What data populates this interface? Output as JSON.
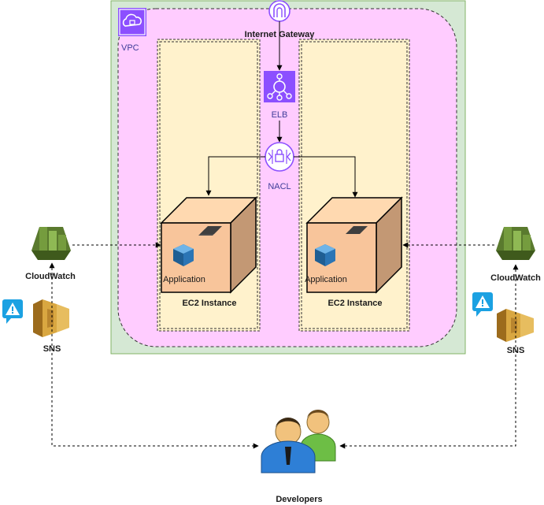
{
  "vpc": {
    "label": "VPC"
  },
  "internet_gateway": {
    "label": "Internet Gateway"
  },
  "elb": {
    "label": "ELB"
  },
  "nacl": {
    "label": "NACL"
  },
  "instances": [
    {
      "app_label": "Application",
      "title": "EC2 Instance"
    },
    {
      "app_label": "Application",
      "title": "EC2 Instance"
    }
  ],
  "monitoring_left": {
    "cloudwatch": "CloudWatch",
    "sns": "SNS"
  },
  "monitoring_right": {
    "cloudwatch": "CloudWatch",
    "sns": "SNS"
  },
  "developers": {
    "label": "Developers"
  },
  "colors": {
    "vpc_fill": "#d5e8d4",
    "region_fill": "#ffccff",
    "subnet_fill": "#fff2cc",
    "ec2_front": "#f8c59b",
    "ec2_top": "#ffd9b0",
    "ec2_side": "#c39874",
    "aws_purple": "#8c4fff",
    "cloudwatch_green": "#759c3e",
    "sns_orange": "#d9a741",
    "alert_blue": "#1ba1e2"
  }
}
